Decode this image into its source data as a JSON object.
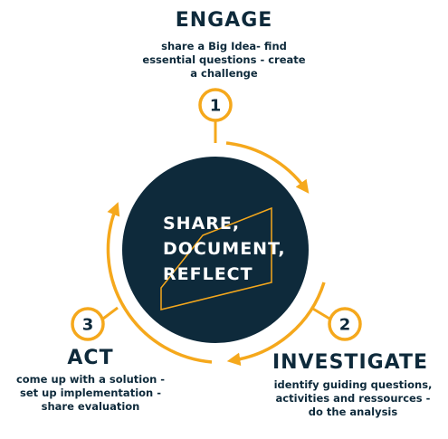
{
  "colors": {
    "accent": "#f5a81c",
    "dark": "#0e2a3b",
    "white": "#ffffff"
  },
  "center": {
    "lines": [
      "SHARE,",
      "DOCUMENT,",
      "REFLECT"
    ]
  },
  "steps": [
    {
      "number": "1",
      "title": "ENGAGE",
      "description": [
        "share a Big Idea- find",
        "essential questions - create",
        "a challenge"
      ]
    },
    {
      "number": "2",
      "title": "INVESTIGATE",
      "description": [
        "identify guiding questions,",
        "activities and ressources -",
        "do the analysis"
      ]
    },
    {
      "number": "3",
      "title": "ACT",
      "description": [
        "come up with a solution -",
        "set up implementation -",
        "share evaluation"
      ]
    }
  ]
}
